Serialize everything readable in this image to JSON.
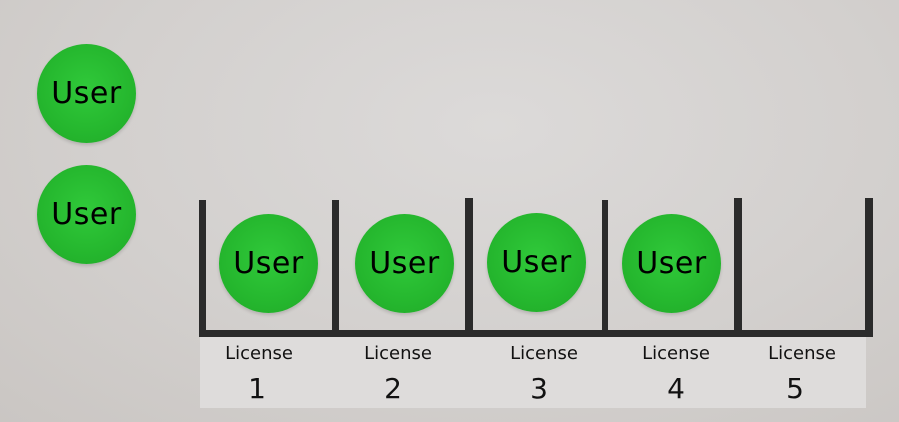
{
  "user_label": "User",
  "colors": {
    "user_fill": "#25b72e",
    "slot_line": "#2b2b2b",
    "background": "#d3d0ce"
  },
  "waiting_users": [
    {
      "label": "User"
    },
    {
      "label": "User"
    }
  ],
  "slots": [
    {
      "license_label": "License",
      "number": "1",
      "user": "User"
    },
    {
      "license_label": "License",
      "number": "2",
      "user": "User"
    },
    {
      "license_label": "License",
      "number": "3",
      "user": "User"
    },
    {
      "license_label": "License",
      "number": "4",
      "user": "User"
    },
    {
      "license_label": "License",
      "number": "5",
      "user": null
    }
  ]
}
